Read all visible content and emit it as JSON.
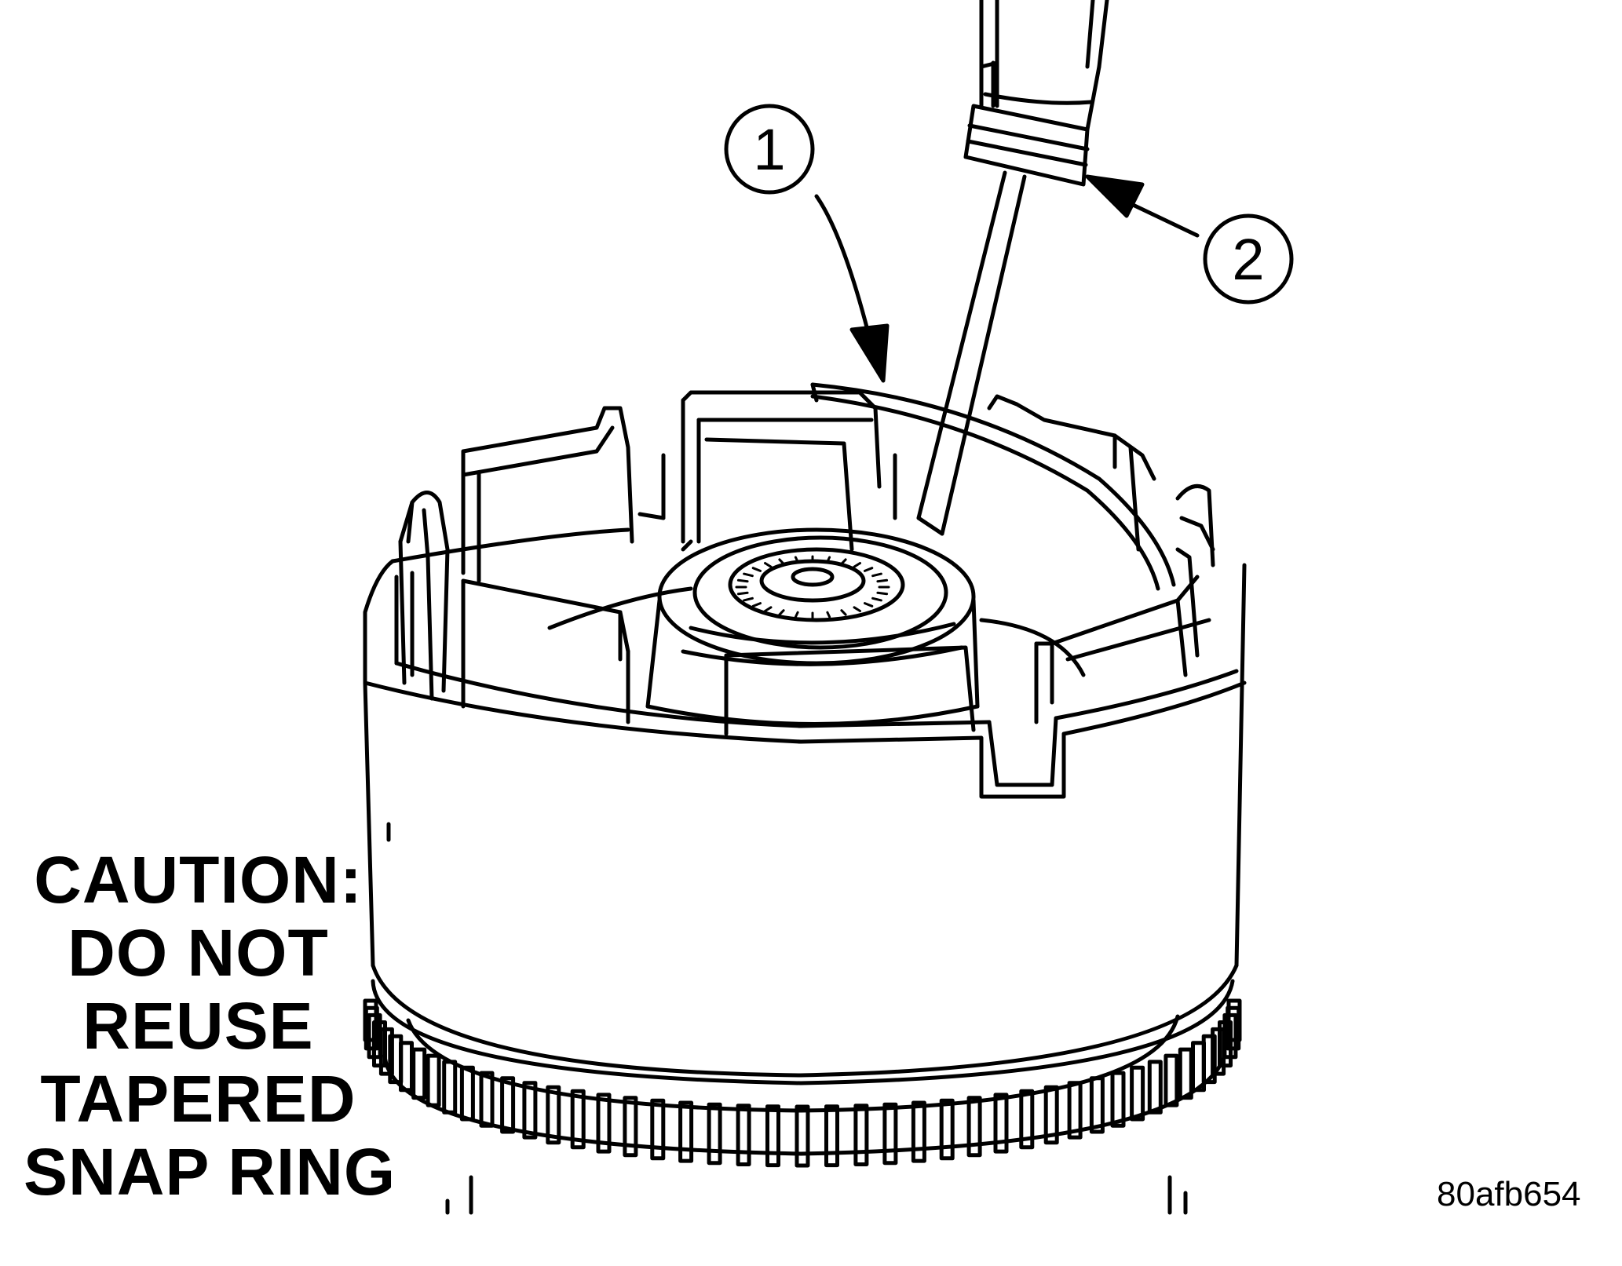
{
  "callouts": [
    {
      "number": "1"
    },
    {
      "number": "2"
    }
  ],
  "caution": {
    "line1": "CAUTION:",
    "line2": "DO NOT",
    "line3": "REUSE",
    "line4": "TAPERED",
    "line5": "SNAP RING"
  },
  "figure_id": "80afb654",
  "colors": {
    "ink": "#000000",
    "paper": "#ffffff"
  }
}
